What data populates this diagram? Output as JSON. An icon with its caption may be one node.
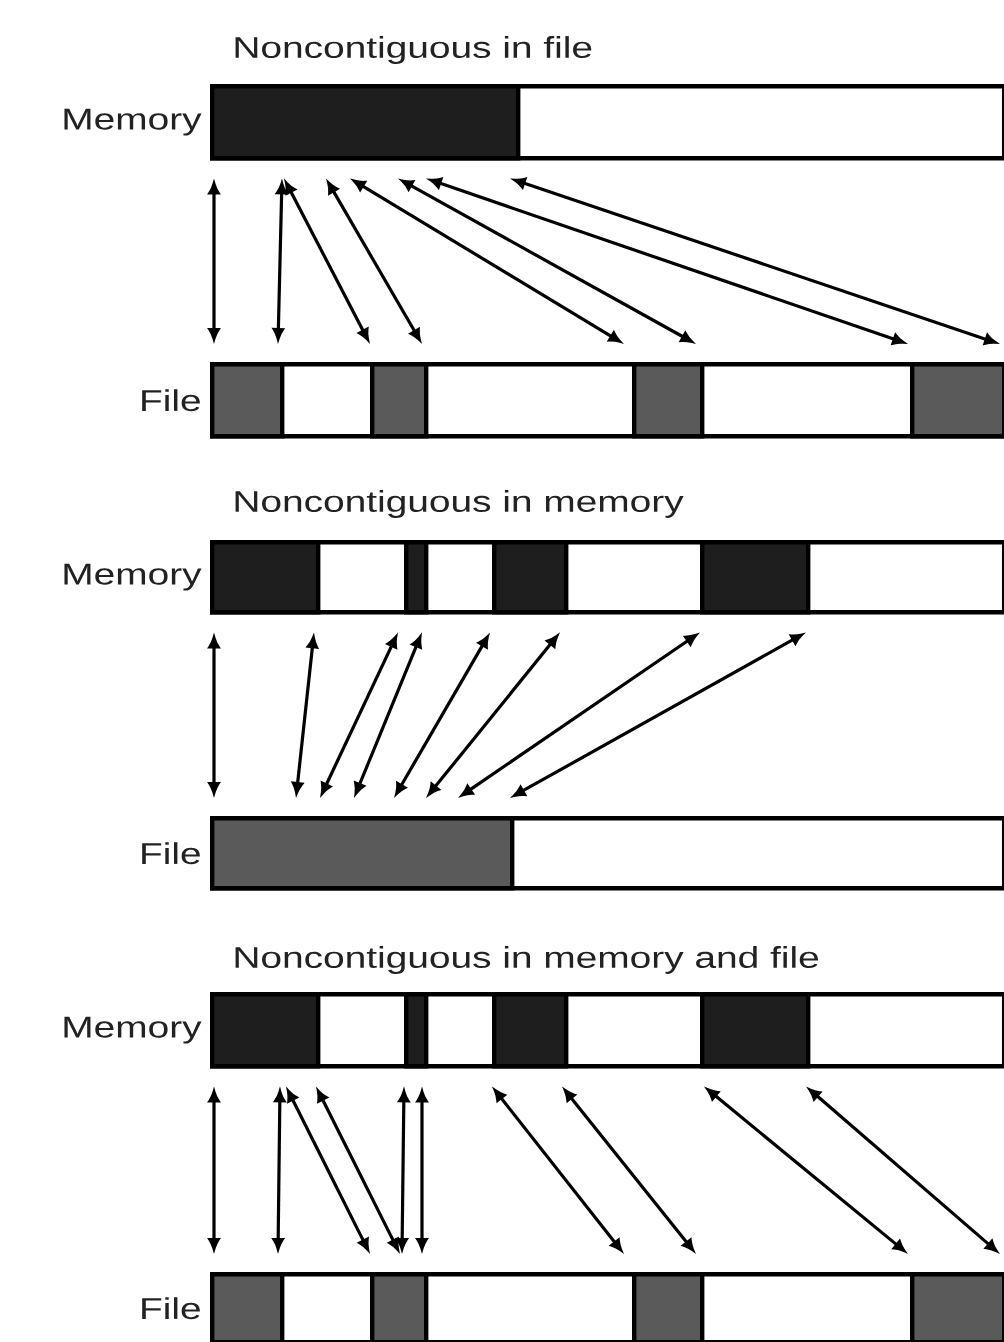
{
  "diagram": {
    "nodes": [
      {
        "text": [
          "Memory"
        ]
      },
      {
        "text": [],
        "shape": "bar",
        "in": 0
      },
      {
        "text": [
          "File"
        ]
      },
      {
        "text": [],
        "shape": "bar",
        "in": 2
      },
      {
        "text": [],
        "shape": "bar",
        "in": 2
      },
      {
        "text": [],
        "shape": "bar",
        "in": 2
      },
      {
        "text": [],
        "shape": "bar",
        "in": 2
      },
      {
        "text": [
          "Memory"
        ]
      },
      {
        "text": [],
        "shape": "bar",
        "in": 7
      },
      {
        "text": [],
        "shape": "bar",
        "in": 7
      },
      {
        "text": [],
        "shape": "bar",
        "in": 7
      },
      {
        "text": [],
        "shape": "bar",
        "in": 7
      },
      {
        "text": [
          "File"
        ]
      },
      {
        "text": [],
        "shape": "bar",
        "in": 12
      },
      {
        "text": [
          "Memory"
        ]
      },
      {
        "text": [],
        "shape": "bar",
        "in": 14
      },
      {
        "text": [],
        "shape": "bar",
        "in": 14
      },
      {
        "text": [],
        "shape": "bar",
        "in": 14
      },
      {
        "text": [],
        "shape": "bar",
        "in": 14
      },
      {
        "text": [
          "File"
        ]
      },
      {
        "text": [],
        "shape": "bar",
        "in": 19
      },
      {
        "text": [],
        "shape": "bar",
        "in": 19
      },
      {
        "text": [],
        "shape": "bar",
        "in": 19
      },
      {
        "text": [],
        "shape": "bar",
        "in": 19
      }
    ],
    "edges": [
      {
        "from": 1,
        "to": 3,
        "arrow": "both"
      },
      {
        "from": 1,
        "to": 3,
        "arrow": "both"
      },
      {
        "from": 1,
        "to": 4,
        "arrow": "both"
      },
      {
        "from": 1,
        "to": 4,
        "arrow": "both"
      },
      {
        "from": 1,
        "to": 5,
        "arrow": "both"
      },
      {
        "from": 1,
        "to": 5,
        "arrow": "both"
      },
      {
        "from": 1,
        "to": 6,
        "arrow": "both"
      },
      {
        "from": 1,
        "to": 6,
        "arrow": "both"
      },
      {
        "from": 8,
        "to": 13,
        "arrow": "both"
      },
      {
        "from": 8,
        "to": 13,
        "arrow": "both"
      },
      {
        "from": 9,
        "to": 13,
        "arrow": "both"
      },
      {
        "from": 9,
        "to": 13,
        "arrow": "both"
      },
      {
        "from": 10,
        "to": 13,
        "arrow": "both"
      },
      {
        "from": 10,
        "to": 13,
        "arrow": "both"
      },
      {
        "from": 11,
        "to": 13,
        "arrow": "both"
      },
      {
        "from": 11,
        "to": 13,
        "arrow": "both"
      },
      {
        "from": 15,
        "to": 20,
        "arrow": "both"
      },
      {
        "from": 15,
        "to": 20,
        "arrow": "both"
      },
      {
        "from": 15,
        "to": 21,
        "arrow": "both"
      },
      {
        "from": 15,
        "to": 21,
        "arrow": "both"
      },
      {
        "from": 16,
        "to": 21,
        "arrow": "both"
      },
      {
        "from": 16,
        "to": 21,
        "arrow": "both"
      },
      {
        "from": 17,
        "to": 22,
        "arrow": "both"
      },
      {
        "from": 17,
        "to": 22,
        "arrow": "both"
      },
      {
        "from": 18,
        "to": 23,
        "arrow": "both"
      },
      {
        "from": 18,
        "to": 23,
        "arrow": "both"
      }
    ],
    "labels": [
      "Noncontiguous in file",
      "Noncontiguous in memory",
      "Noncontiguous in memory and file"
    ]
  }
}
